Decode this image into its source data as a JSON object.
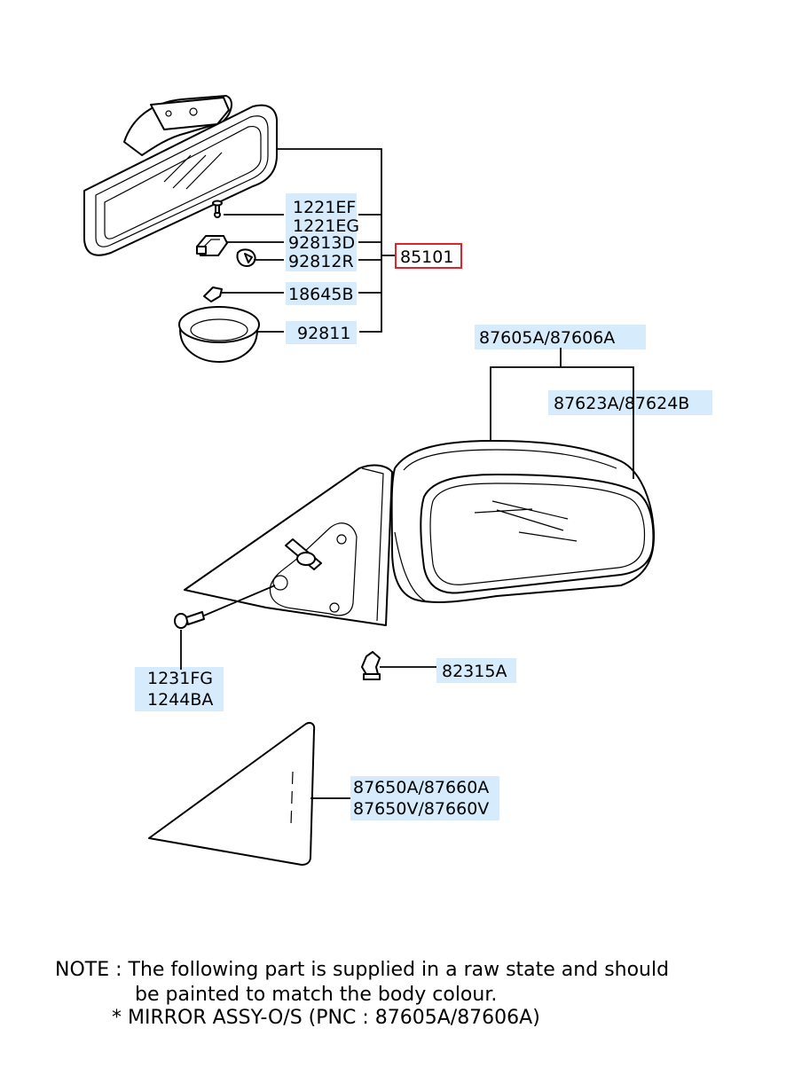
{
  "interior_mirror": {
    "assembly_pnc": "85101",
    "parts": [
      "1221EF",
      "1221EG",
      "92813D",
      "92812R",
      "18645B",
      "92811"
    ]
  },
  "exterior_mirror": {
    "assembly_pnc": "87605A/87606A",
    "glass_pnc": "87623A/87624B",
    "bolts": [
      "1231FG",
      "1244BA"
    ],
    "clip": "82315A"
  },
  "garnish": {
    "line1": "87650A/87660A",
    "line2": "87650V/87660V"
  },
  "note": {
    "line1": "NOTE : The following part is supplied in a raw state and should",
    "line2": "be painted to match the body colour.",
    "line3": "* MIRROR ASSY-O/S (PNC : 87605A/87606A)"
  }
}
